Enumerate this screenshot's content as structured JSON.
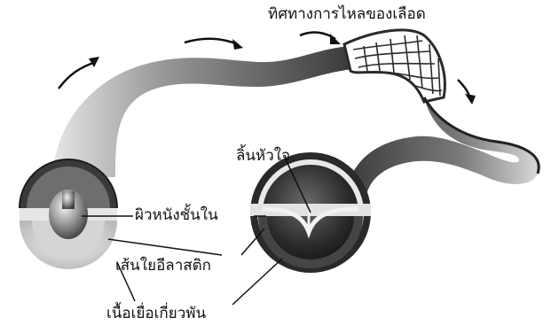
{
  "labels": {
    "flow_direction": "ทิศทางการไหลของเลือด",
    "valve": "ลิ้นหัวใจ",
    "endothelium": "ผิวหนังชั้นใน",
    "elastic_fiber": "เส้นใยอีลาสติก",
    "connective_tissue": "เนื้อเยื่อเกี่ยวพัน"
  },
  "colors": {
    "vessel_dark": "#2e2e2e",
    "vessel_mid": "#6a6a6a",
    "vessel_light": "#d8d8d8",
    "ring_light": "#bdbdbd",
    "arrow": "#111111"
  },
  "icons": {
    "flow_arrow": "curved-arrow-icon"
  }
}
